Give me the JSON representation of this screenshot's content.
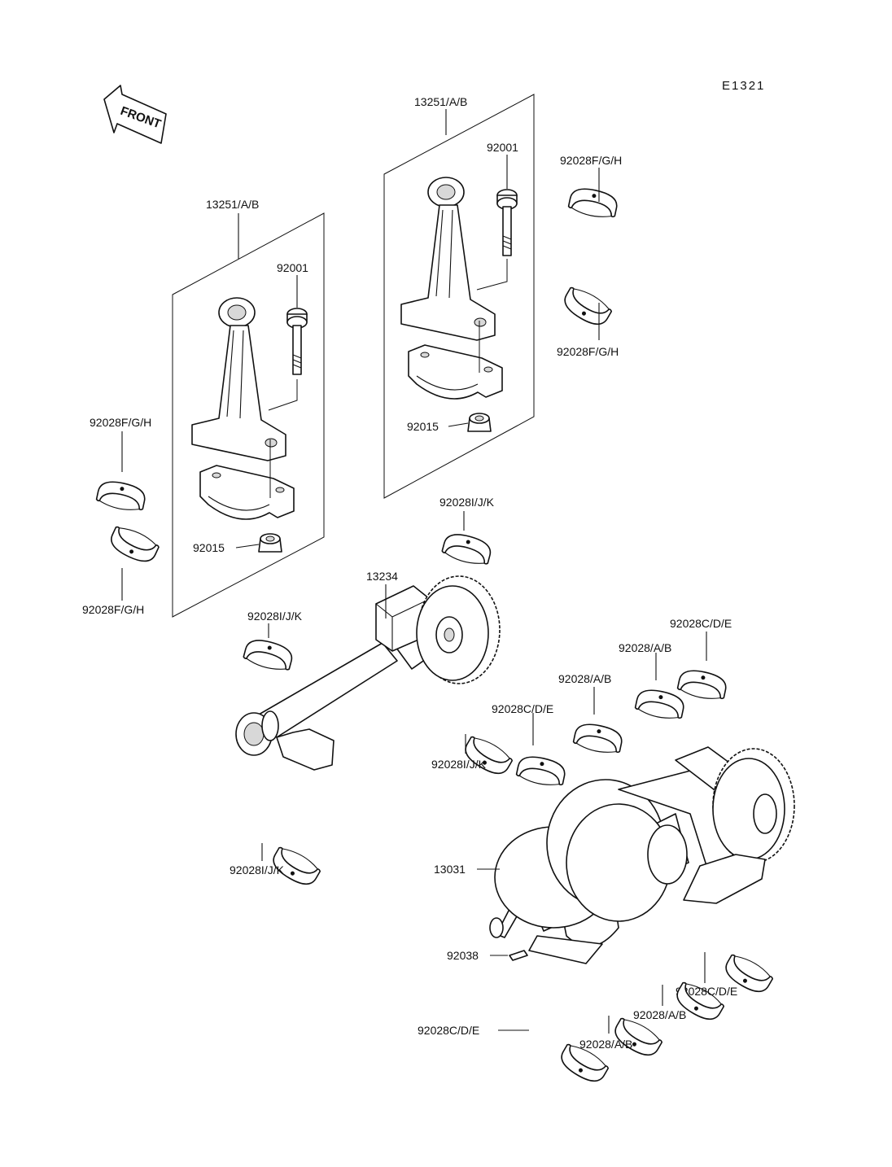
{
  "diagram_code": "E1321",
  "front_indicator": "FRONT",
  "labels": {
    "rod_assy_right": "13251/A/B",
    "bolt_right": "92001",
    "bearing_right_top": "92028F/G/H",
    "bearing_right_bottom": "92028F/G/H",
    "nut_right": "92015",
    "rod_assy_left": "13251/A/B",
    "bolt_left": "92001",
    "bearing_left_top": "92028F/G/H",
    "bearing_left_bottom": "92028F/G/H",
    "nut_left": "92015",
    "balancer_bearing_top": "92028I/J/K",
    "balancer_shaft": "13234",
    "balancer_bearing_left": "92028I/J/K",
    "balancer_bearing_mid": "92028I/J/K",
    "balancer_bearing_low": "92028I/J/K",
    "main_bearing_cde_top": "92028C/D/E",
    "main_bearing_ab_top": "92028/A/B",
    "main_bearing_ab_mid": "92028/A/B",
    "main_bearing_cde_mid": "92028C/D/E",
    "crankshaft": "13031",
    "key": "92038",
    "main_bearing_cde_right": "92028C/D/E",
    "main_bearing_ab_right": "92028/A/B",
    "main_bearing_ab_bottom": "92028/A/B",
    "main_bearing_cde_bottom": "92028C/D/E"
  }
}
